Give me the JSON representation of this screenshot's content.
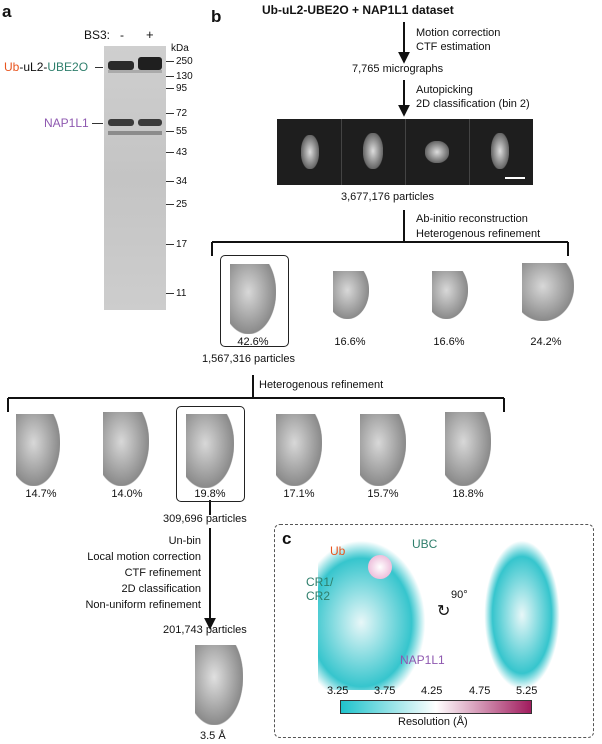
{
  "panel_a": {
    "letter": "a",
    "bs3_label": "BS3:",
    "lane_minus": "-",
    "lane_plus": "+",
    "kda_label": "kDa",
    "markers": [
      "250",
      "130",
      "95",
      "72",
      "55",
      "43",
      "34",
      "25",
      "17",
      "11"
    ],
    "ub_label": {
      "ub": "Ub",
      "mid": "-uL2-",
      "ube2o": "UBE2O"
    },
    "nap1l1_label": "NAP1L1"
  },
  "panel_b": {
    "letter": "b",
    "dataset_title": "Ub-uL2-UBE2O + NAP1L1 dataset",
    "step1": [
      "Motion correction",
      "CTF estimation"
    ],
    "micrographs": "7,765 micrographs",
    "step2": [
      "Autopicking",
      "2D classification (bin 2)"
    ],
    "particles_2d": "3,677,176 particles",
    "step3": [
      "Ab-initio reconstruction",
      "Heterogenous refinement"
    ],
    "round1_percents": [
      "42.6%",
      "16.6%",
      "16.6%",
      "24.2%"
    ],
    "round1_selected": "1,567,316 particles",
    "step4": "Heterogenous refinement",
    "round2_percents": [
      "14.7%",
      "14.0%",
      "19.8%",
      "17.1%",
      "15.7%",
      "18.8%"
    ],
    "round2_selected": "309,696 particles",
    "step5": [
      "Un-bin",
      "Local motion correction",
      "CTF refinement",
      "2D classification",
      "Non-uniform refinement"
    ],
    "final_particles": "201,743 particles",
    "final_resolution": "3.5 Å"
  },
  "panel_c": {
    "letter": "c",
    "labels": {
      "ub": "Ub",
      "ubc": "UBC",
      "cr": "CR1/\nCR2",
      "nap1l1": "NAP1L1",
      "rotation": "90°"
    },
    "colorbar_ticks": [
      "3.25",
      "3.75",
      "4.25",
      "4.75",
      "5.25"
    ],
    "colorbar_title": "Resolution (Å)",
    "colors": {
      "low": "#1fc3cc",
      "mid": "#ffffff",
      "high": "#a11c5e"
    }
  },
  "colors": {
    "ub": "#e8541e",
    "ube2o": "#2f7f6c",
    "nap1l1": "#8e58b0",
    "map_grey": "#9a9a9a"
  }
}
